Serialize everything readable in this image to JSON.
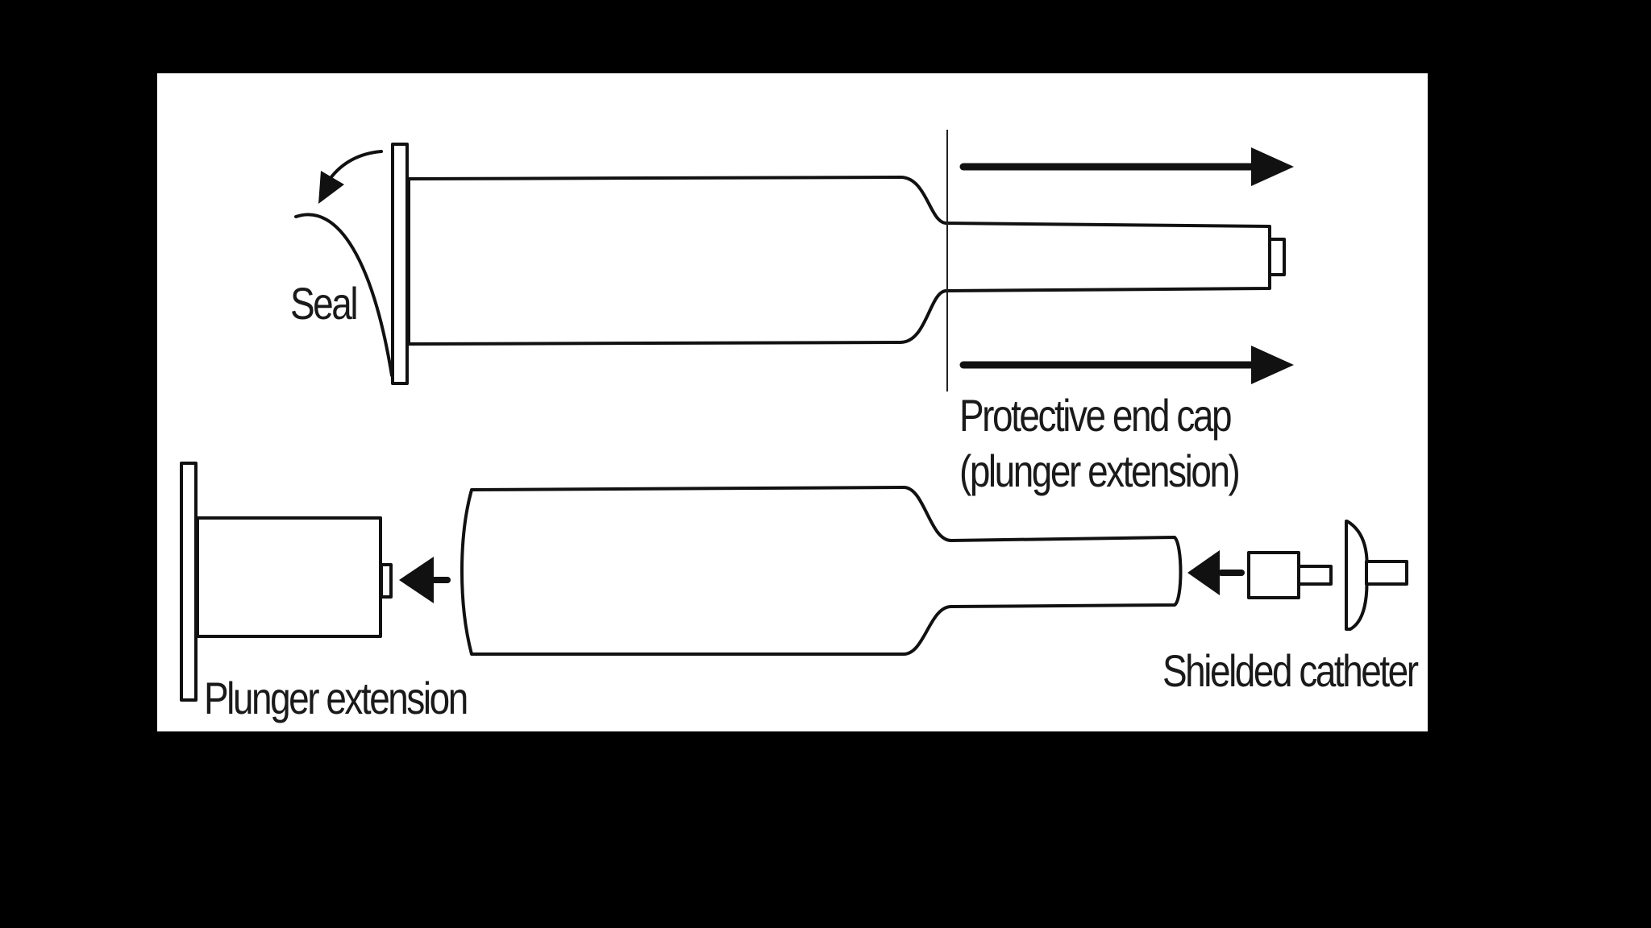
{
  "labels": {
    "seal": "Seal",
    "protective_end_cap_line1": "Protective end cap",
    "protective_end_cap_line2": "(plunger extension)",
    "plunger_extension": "Plunger extension",
    "shielded_catheter": "Shielded catheter"
  },
  "colors": {
    "background": "#000000",
    "panel": "#ffffff",
    "ink": "#111111"
  }
}
